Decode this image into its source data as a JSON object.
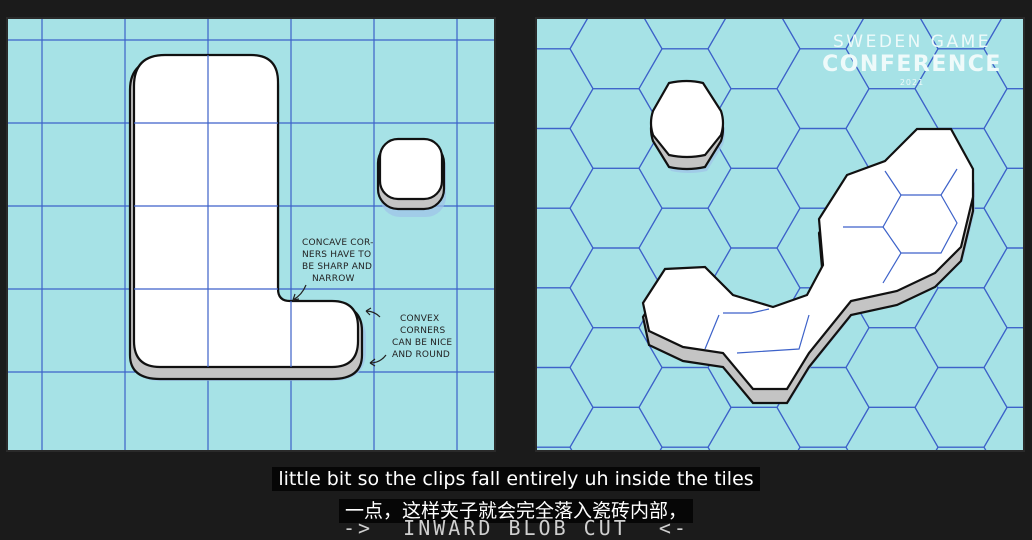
{
  "left_panel": {
    "annotation_concave": [
      "CONCAVE COR-",
      "NERS HAVE TO",
      "BE SHARP AND",
      "NARROW"
    ],
    "annotation_convex": [
      "CONVEX",
      "CORNERS",
      "CAN BE NICE",
      "AND ROUND"
    ]
  },
  "right_panel": {
    "logo": {
      "line1": "SWEDEN GAME",
      "line2": "CONFERENCE",
      "line3": "2021"
    }
  },
  "subtitles": {
    "english": "little bit so the clips fall entirely uh inside the tiles",
    "chinese": "一点，这样夹子就会完全落入瓷砖内部，"
  },
  "slide_title": "->  INWARD BLOB CUT  <-",
  "colors": {
    "water": "#a6e2e6",
    "grid_line": "#3d62c9",
    "tile": "#ffffff",
    "tile_shadow": "#bdbdbd",
    "outline": "#111111"
  }
}
